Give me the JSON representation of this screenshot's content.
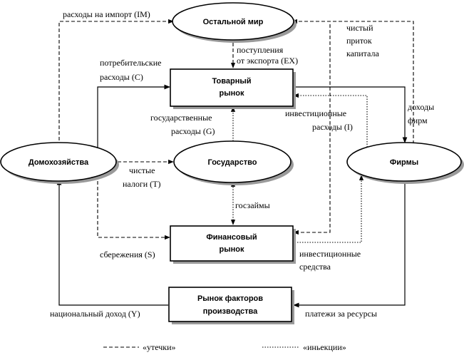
{
  "nodes": {
    "rest_of_world": "Остальной мир",
    "goods_market": [
      "Товарный",
      "рынок"
    ],
    "households": "Домохозяйства",
    "government": "Государство",
    "firms": "Фирмы",
    "financial_market": [
      "Финансовый",
      "рынок"
    ],
    "factor_market": [
      "Рынок факторов",
      "производства"
    ]
  },
  "flows": {
    "imports": "расходы на импорт (IM)",
    "exports": [
      "поступления",
      "от экспорта (EX)"
    ],
    "capital_inflow": [
      "чистый",
      "приток",
      "капитала"
    ],
    "consumption": [
      "потребительские",
      "расходы (C)"
    ],
    "gov_spending": [
      "государственные",
      "расходы (G)"
    ],
    "investment_spending": [
      "инвестиционные",
      "расходы (I)"
    ],
    "firm_revenue": [
      "доходы",
      "фирм"
    ],
    "net_taxes": [
      "чистые",
      "налоги (T)"
    ],
    "gov_borrowing": "госзаймы",
    "savings": "сбережения (S)",
    "investment_funds": [
      "инвестиционные",
      "средства"
    ],
    "national_income": "национальный доход (Y)",
    "resource_payments": "платежи за ресурсы"
  },
  "legend": {
    "leakages": "«утечки»",
    "injections": "«иньекции»"
  }
}
